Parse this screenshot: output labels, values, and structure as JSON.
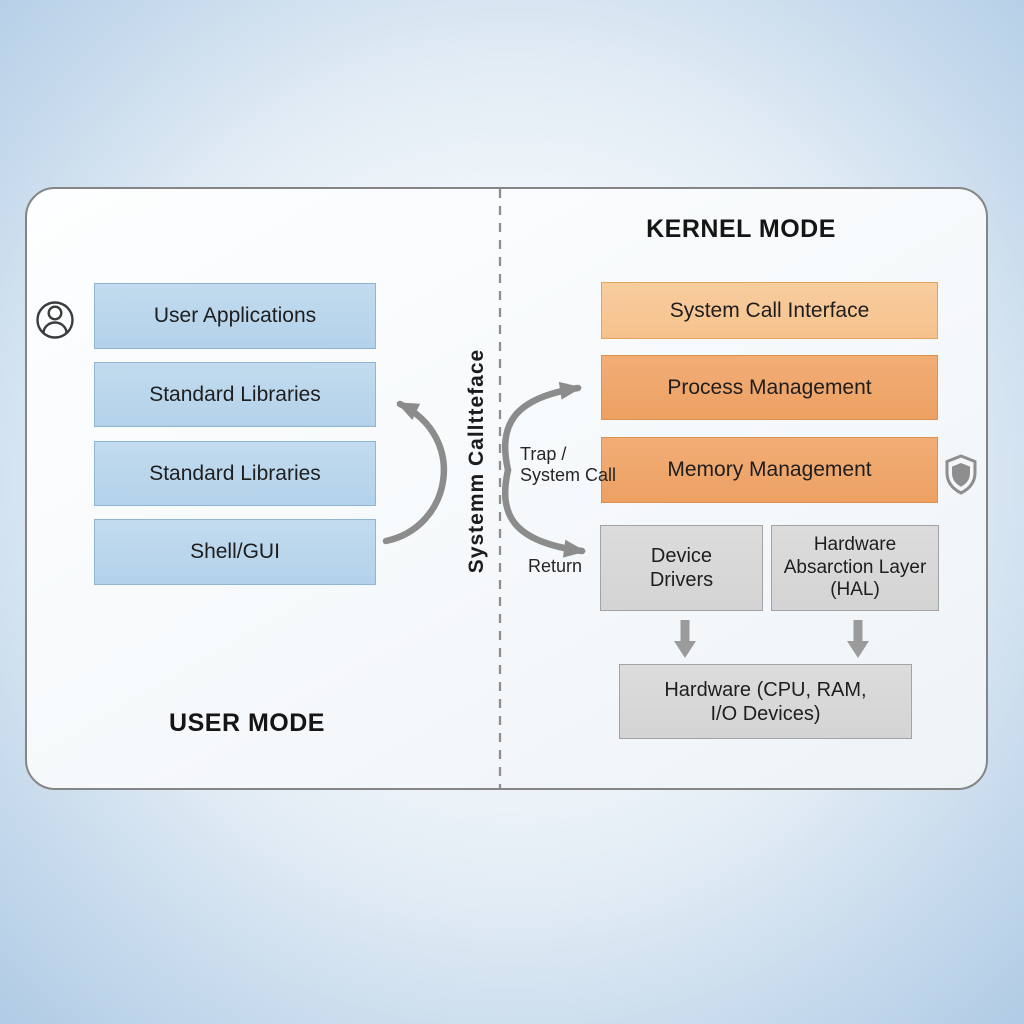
{
  "titles": {
    "kernel_mode": "KERNEL MODE",
    "user_mode": "USER MODE"
  },
  "divider": {
    "vertical_label": "Systemm Calltteface"
  },
  "user_mode_boxes": [
    "User Applications",
    "Standard Libraries",
    "Standard Libraries",
    "Shell/GUI"
  ],
  "kernel_mode_boxes": [
    "System Call Interface",
    "Process Management",
    "Memory Management"
  ],
  "driver_layer_boxes": [
    "Device Drivers",
    "Hardware Absarction Layer (HAL)"
  ],
  "hardware_box": "Hardware (CPU, RAM, I/O Devices)",
  "arrow_labels": {
    "trap_line1": "Trap /",
    "trap_line2": "System Call",
    "return": "Return"
  },
  "icons": {
    "left": "user-icon",
    "right": "shield-icon"
  },
  "colors": {
    "page_background_edge": "#a9c6e3",
    "page_background_center": "#ffffff",
    "card_border": "#858585",
    "user_box_fill": "#b9d6ec",
    "user_box_border": "#8fb6d8",
    "syscall_box_fill": "#f7c795",
    "syscall_box_border": "#e2a55e",
    "kernel_box_fill": "#f0a76c",
    "kernel_box_border": "#dd9150",
    "gray_box_fill": "#d8d8d8",
    "gray_box_border": "#a3a3a3",
    "arrow_color": "#8c8c8c",
    "dashed_divider_color": "#8f8f8f",
    "text_color": "#1d1d1d"
  }
}
